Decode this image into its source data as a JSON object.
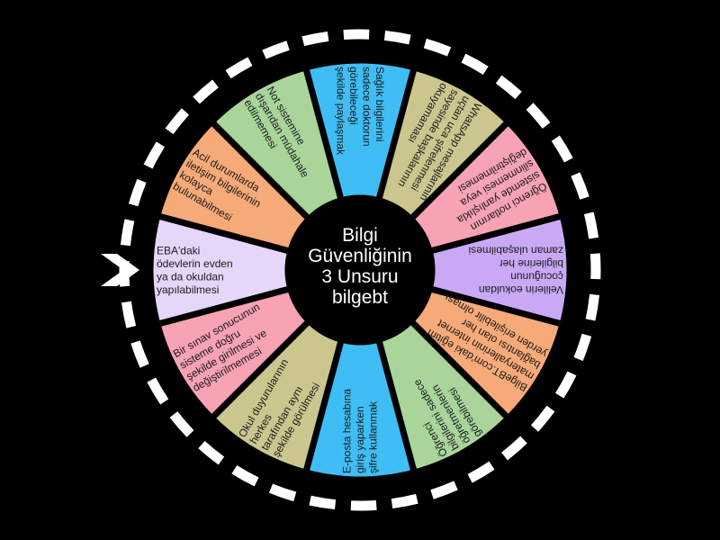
{
  "center": {
    "lines": [
      "Bilgi",
      "Güvenliğinin",
      "3 Unsuru",
      "bilgebt"
    ]
  },
  "pointer": {
    "icon": "chevron-right-icon",
    "color": "#ffffff"
  },
  "wheel": {
    "segments": [
      {
        "color": "#e6d6fa",
        "lines": [
          "EBA'daki",
          "ödevlerin evden",
          "ya da okuldan",
          "yapılabilmesi"
        ]
      },
      {
        "color": "#f6aa78",
        "lines": [
          "Acil durumlarda",
          "iletişim bilgilerinin",
          "kolayca",
          "bulunabilmesi"
        ]
      },
      {
        "color": "#a9d59b",
        "lines": [
          "Not sistemine",
          "dışarıdan müdahale",
          "edilmemesi"
        ]
      },
      {
        "color": "#3fbef5",
        "lines": [
          "Sağlık bilgilerini",
          "sadece doktorun",
          "görebileceği",
          "şekilde paylaşmak"
        ]
      },
      {
        "color": "#cbc68e",
        "lines": [
          "WhatsApp mesajlarının",
          "uçtan uca şifrelenmesi",
          "sayesinde başkalarının",
          "okuyamaması"
        ]
      },
      {
        "color": "#f7a3b3",
        "lines": [
          "Öğrenci notlarının",
          "sistemde yanlışlıkla",
          "silinmemesi veya",
          "değiştirilmemesi"
        ]
      },
      {
        "color": "#c9a9f6",
        "lines": [
          "Velilerin eokuldan",
          "çocuğunun",
          "bilgilerine her",
          "zaman ulaşabilmesi"
        ]
      },
      {
        "color": "#f6aa78",
        "lines": [
          "BilgeBT.com'daki eğitim",
          "materyallerinin internet",
          "bağlantısı olan her",
          "yerden erişilebilir olması"
        ]
      },
      {
        "color": "#a9d59b",
        "lines": [
          "Öğrenci",
          "bilgilerini sadece",
          "öğretmenlerin",
          "görebilmesi"
        ]
      },
      {
        "color": "#3fbef5",
        "lines": [
          "E-posta hesabına",
          "giriş yaparken",
          "şifre kullanmak"
        ]
      },
      {
        "color": "#cbc68e",
        "lines": [
          "Okul duyurularının",
          "herkes",
          "tarafından aynı",
          "şekilde görülmesi"
        ]
      },
      {
        "color": "#f7a3b3",
        "lines": [
          "Bir sınav sonucunun",
          "sisteme doğru",
          "şekilde girilmesi ve",
          "değiştirilmemesi"
        ]
      }
    ]
  }
}
